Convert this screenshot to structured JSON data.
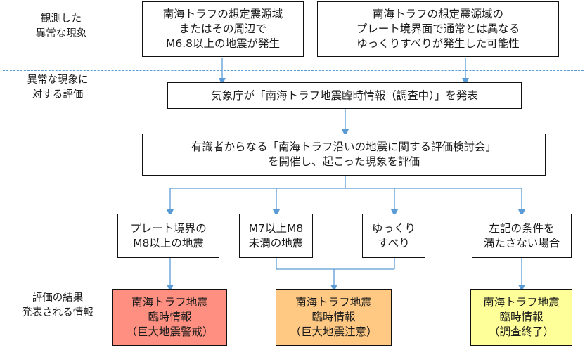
{
  "stage_labels": {
    "abnormal_observed": "観測した\n異常な現象",
    "evaluation": "異常な現象に\n対する評価",
    "result_info": "評価の結果\n発表される情報"
  },
  "triggers": {
    "earthquake": "南海トラフの想定震源域\nまたはその周辺で\nM6.8以上の地震が発生",
    "slow_slip": "南海トラフの想定震源域の\nプレート境界面で通常とは異なる\nゆっくりすべりが発生した可能性"
  },
  "jma_announcement": "気象庁が「南海トラフ地震臨時情報（調査中）」を発表",
  "expert_committee": "有識者からなる「南海トラフ沿いの地震に関する評価検討会」\nを開催し、起こった現象を評価",
  "cases": {
    "plate_boundary_m8": "プレート境界の\nM8以上の地震",
    "m7_to_m8": "M7以上M8\n未満の地震",
    "slow_slip": "ゆっくり\nすべり",
    "other": "左記の条件を\n満たさない場合"
  },
  "results": {
    "warning": "南海トラフ地震\n臨時情報\n（巨大地震警戒）",
    "advisory": "南海トラフ地震\n臨時情報\n（巨大地震注意）",
    "investigation_complete": "南海トラフ地震\n臨時情報\n（調査終了）"
  },
  "colors": {
    "divider": "#5b9bd5",
    "arrow": "#5b9bd5",
    "warning_fill": "#ff8f80",
    "advisory_fill": "#ffc983",
    "complete_fill": "#ffff99"
  }
}
